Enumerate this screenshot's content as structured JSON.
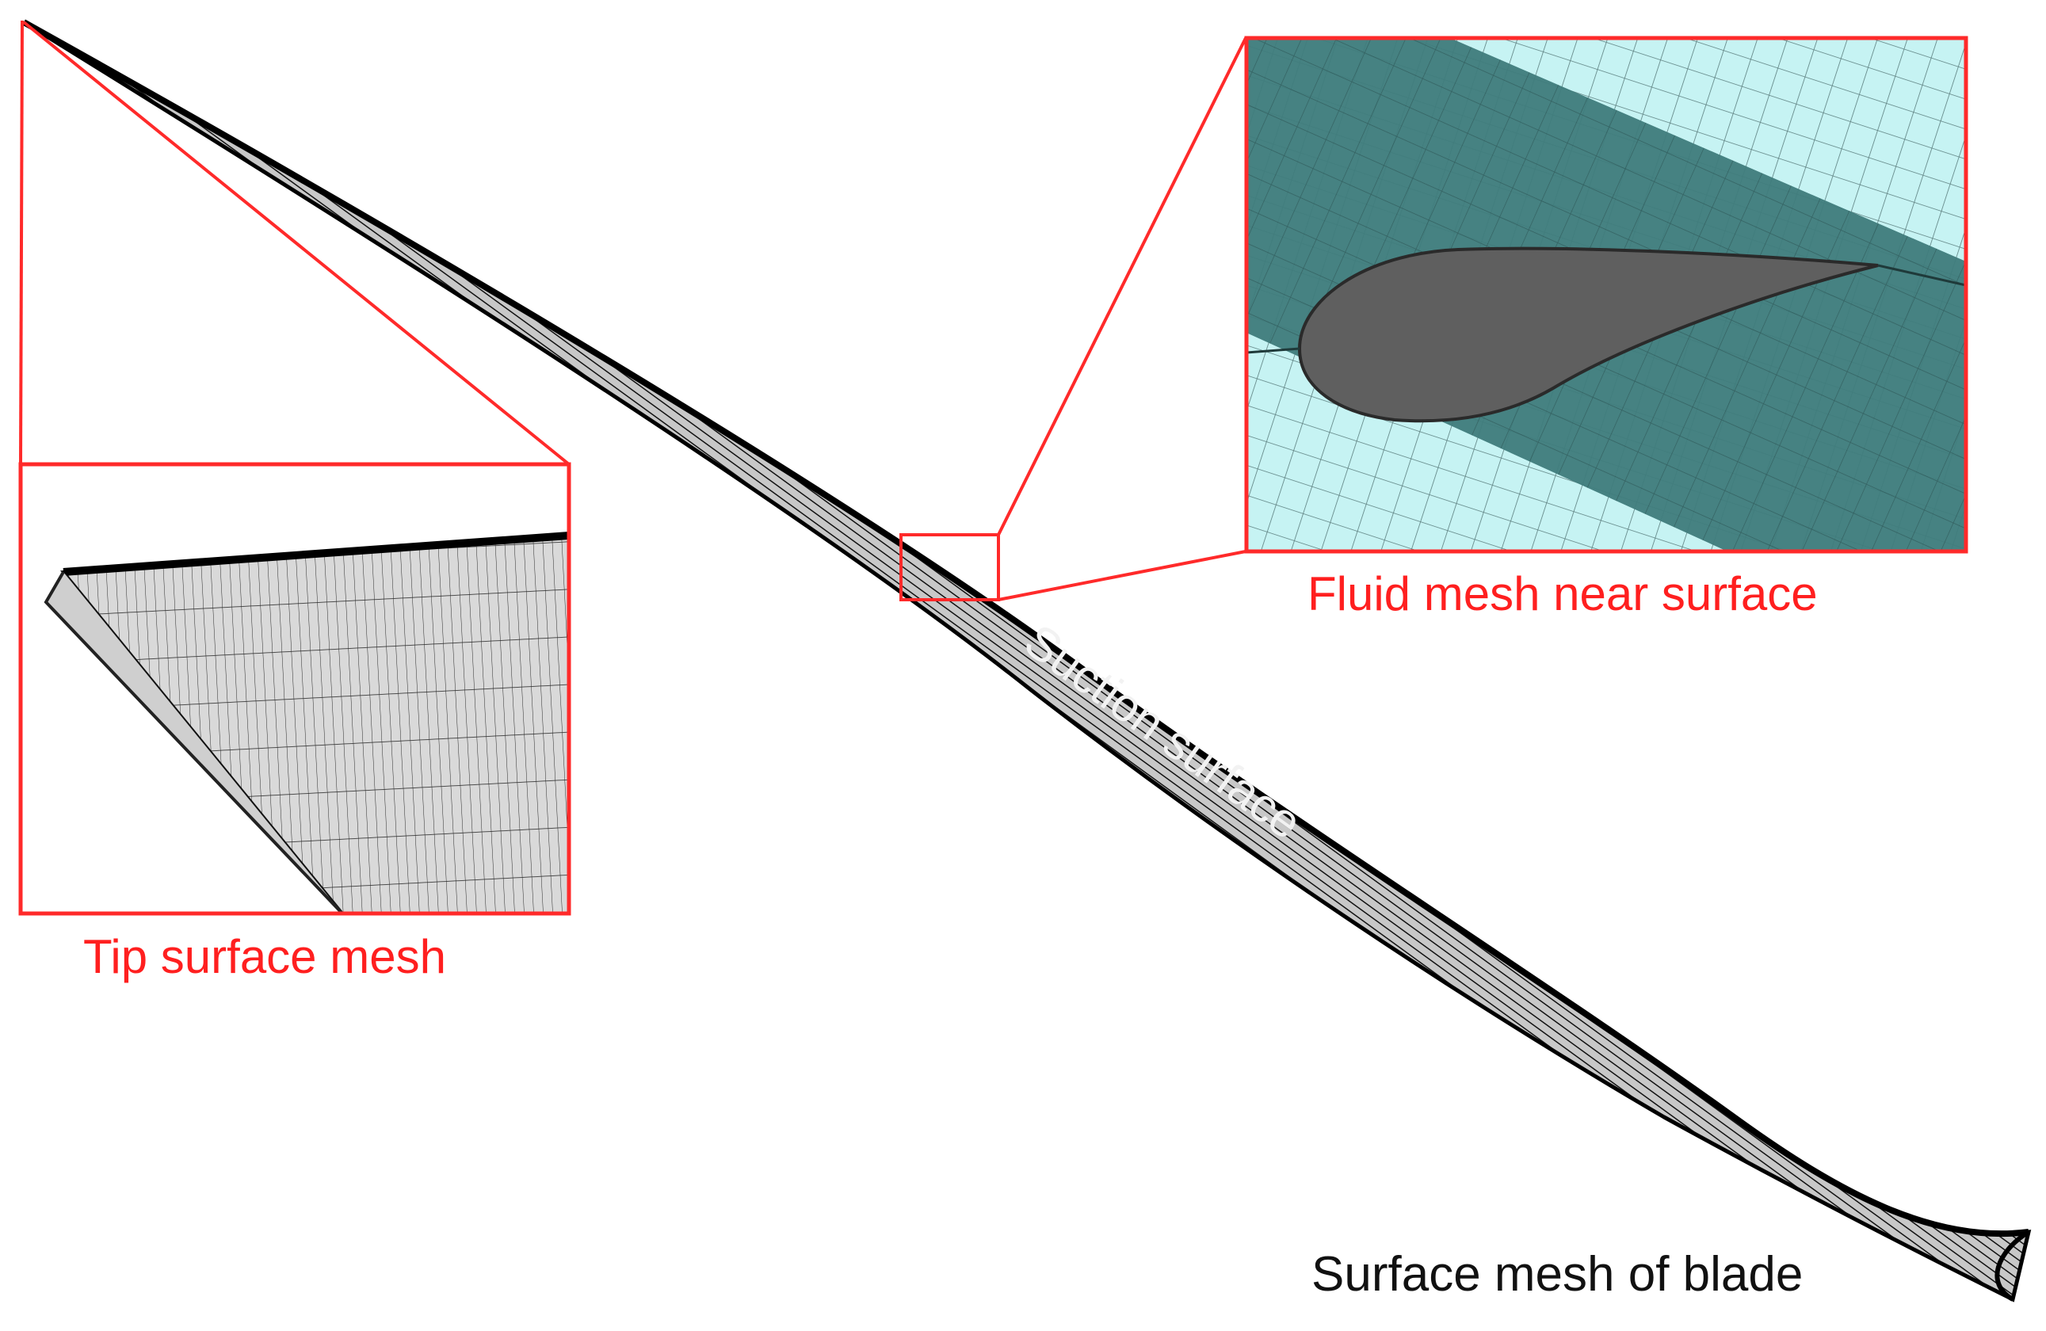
{
  "labels": {
    "tip": "Tip surface mesh",
    "fluid": "Fluid mesh near surface",
    "blade": "Surface mesh of blade",
    "suction": "Suction surface"
  },
  "colors": {
    "highlight": "#ff2a2a",
    "mesh": "#111111",
    "blade_surface": "#d6d6d6",
    "fluid_background": "#c4f2f2",
    "fluid_band": "#3f7f7f",
    "airfoil": "#5c5c5c"
  }
}
